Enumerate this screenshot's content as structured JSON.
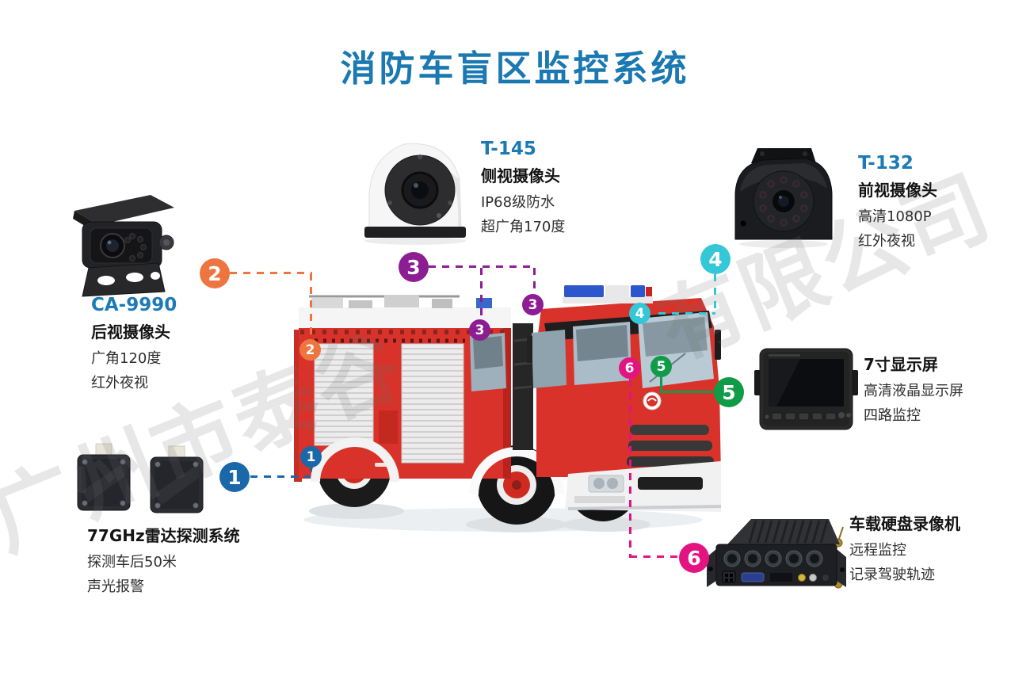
{
  "title": {
    "text": "消防车盲区监控系统",
    "color": "#1b79b2"
  },
  "watermark": {
    "fragments": [
      "广州市泰谷",
      "有限公司"
    ]
  },
  "components": [
    {
      "id": "radar",
      "marker": "1",
      "marker_color": "#1a67a9",
      "model": "",
      "name": "77GHz雷达探测系统",
      "specs": [
        "探测车后50米",
        "声光报警"
      ]
    },
    {
      "id": "rear-camera",
      "marker": "2",
      "marker_color": "#ee7540",
      "model": "CA-9990",
      "name": "后视摄像头",
      "specs": [
        "广角120度",
        "红外夜视"
      ]
    },
    {
      "id": "side-camera",
      "marker": "3",
      "marker_color": "#8c1d92",
      "model": "T-145",
      "name": "侧视摄像头",
      "specs": [
        "IP68级防水",
        "超广角170度"
      ]
    },
    {
      "id": "front-camera",
      "marker": "4",
      "marker_color": "#33c7d8",
      "model": "T-132",
      "name": "前视摄像头",
      "specs": [
        "高清1080P",
        "红外夜视"
      ]
    },
    {
      "id": "monitor",
      "marker": "5",
      "marker_color": "#109b48",
      "model": "",
      "name": "7寸显示屏",
      "specs": [
        "高清液晶显示屏",
        "四路监控"
      ]
    },
    {
      "id": "dvr",
      "marker": "6",
      "marker_color": "#e31482",
      "model": "",
      "name": "车载硬盘录像机",
      "specs": [
        "远程监控",
        "记录驾驶轨迹"
      ]
    }
  ]
}
